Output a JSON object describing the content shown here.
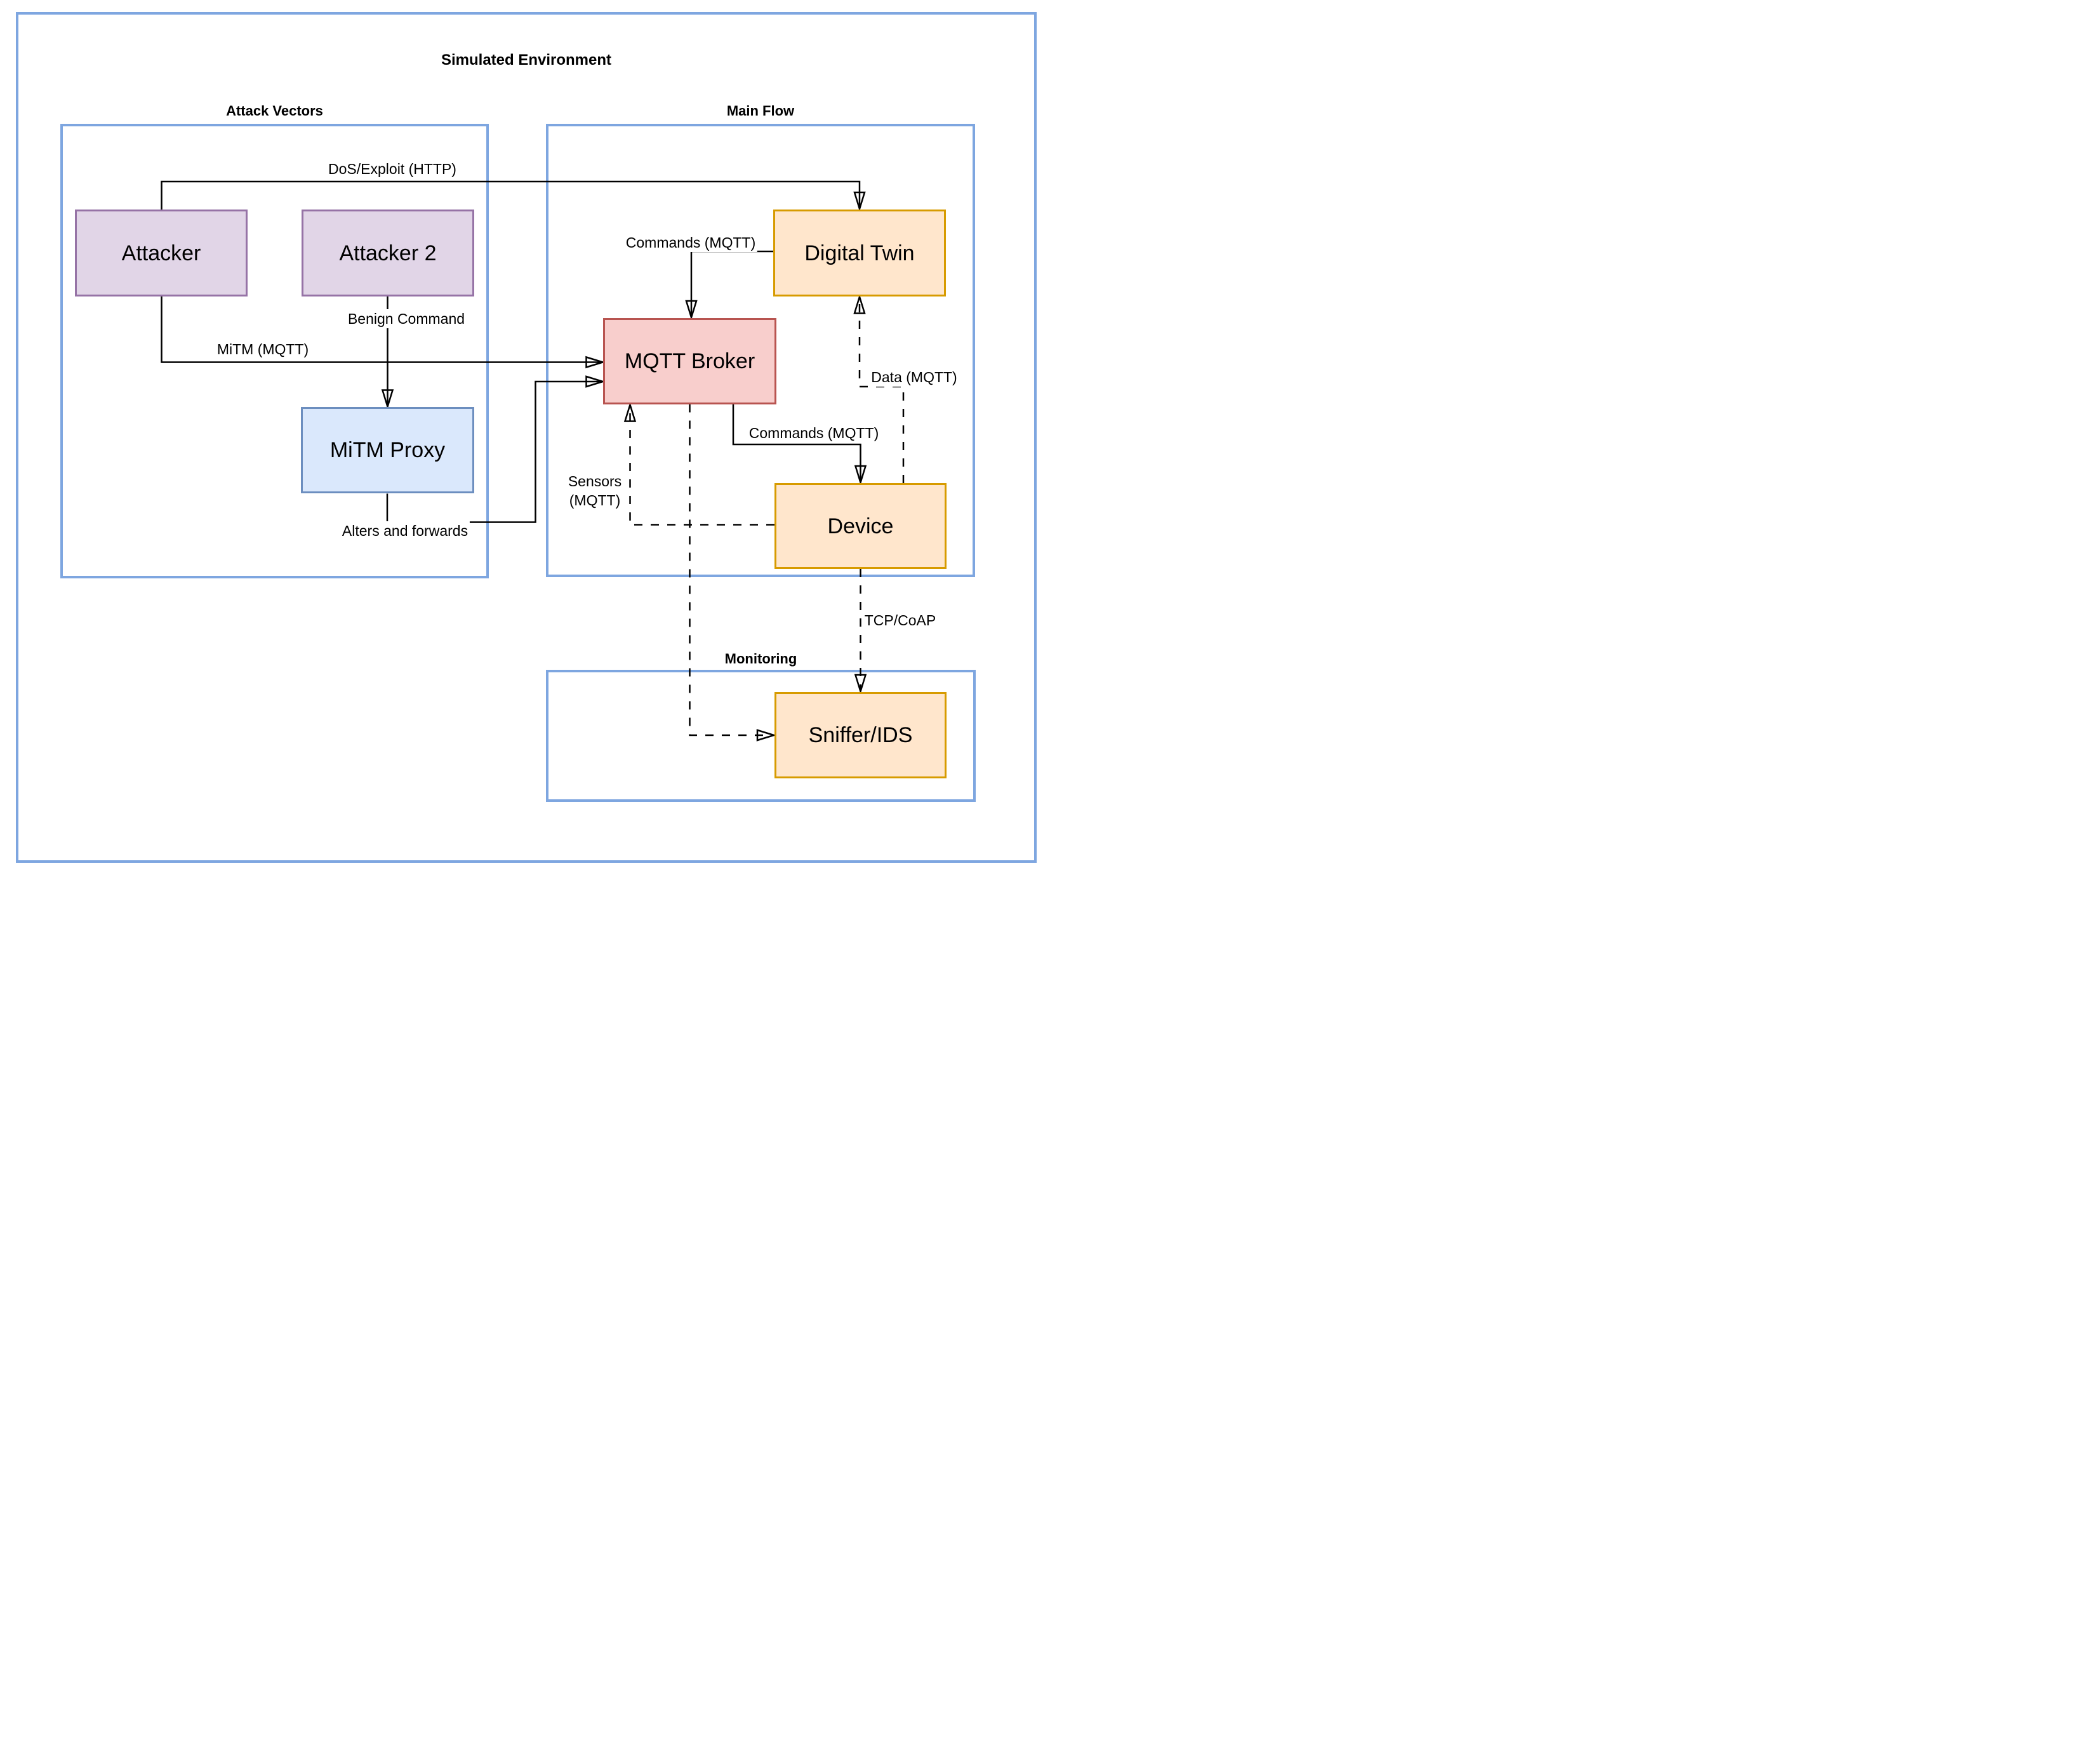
{
  "diagram": {
    "title": "Simulated Environment",
    "groups": {
      "attack_vectors": {
        "label": "Attack Vectors"
      },
      "main_flow": {
        "label": "Main Flow"
      },
      "monitoring": {
        "label": "Monitoring"
      }
    },
    "nodes": {
      "attacker": {
        "label": "Attacker",
        "fill": "#e1d5e7",
        "stroke": "#9673a6"
      },
      "attacker2": {
        "label": "Attacker 2",
        "fill": "#e1d5e7",
        "stroke": "#9673a6"
      },
      "mitm_proxy": {
        "label": "MiTM Proxy",
        "fill": "#dae8fc",
        "stroke": "#6c8ebf"
      },
      "digital_twin": {
        "label": "Digital Twin",
        "fill": "#ffe6cc",
        "stroke": "#d79b00"
      },
      "mqtt_broker": {
        "label": "MQTT Broker",
        "fill": "#f8cecc",
        "stroke": "#b85450"
      },
      "device": {
        "label": "Device",
        "fill": "#ffe6cc",
        "stroke": "#d79b00"
      },
      "sniffer_ids": {
        "label": "Sniffer/IDS",
        "fill": "#ffe6cc",
        "stroke": "#d79b00"
      }
    },
    "edges": {
      "dos_exploit": {
        "label": "DoS/Exploit (HTTP)",
        "from": "attacker",
        "to": "digital_twin",
        "style": "solid"
      },
      "commands_to_broker": {
        "label": "Commands (MQTT)",
        "from": "digital_twin",
        "to": "mqtt_broker",
        "style": "solid"
      },
      "mitm_mqtt": {
        "label": "MiTM (MQTT)",
        "from": "attacker",
        "to": "mqtt_broker",
        "style": "solid"
      },
      "benign_command": {
        "label": "Benign Command",
        "from": "attacker2",
        "to": "mitm_proxy",
        "style": "solid"
      },
      "alters_and_forwards": {
        "label": "Alters and forwards",
        "from": "mitm_proxy",
        "to": "mqtt_broker",
        "style": "solid"
      },
      "commands_to_device": {
        "label": "Commands (MQTT)",
        "from": "mqtt_broker",
        "to": "device",
        "style": "solid"
      },
      "data_mqtt": {
        "label": "Data (MQTT)",
        "from": "device",
        "to": "digital_twin",
        "style": "dashed"
      },
      "sensors_mqtt": {
        "label_line1": "Sensors",
        "label_line2": "(MQTT)",
        "from": "device",
        "to": "mqtt_broker",
        "style": "dashed"
      },
      "tcp_coap": {
        "label": "TCP/CoAP",
        "from": "device",
        "to": "sniffer_ids",
        "style": "dashed"
      },
      "broker_to_sniffer": {
        "from": "mqtt_broker",
        "to": "sniffer_ids",
        "style": "dashed"
      }
    },
    "colors": {
      "group_border": "#7ea6e0",
      "connector": "#000000",
      "background": "#ffffff"
    }
  }
}
